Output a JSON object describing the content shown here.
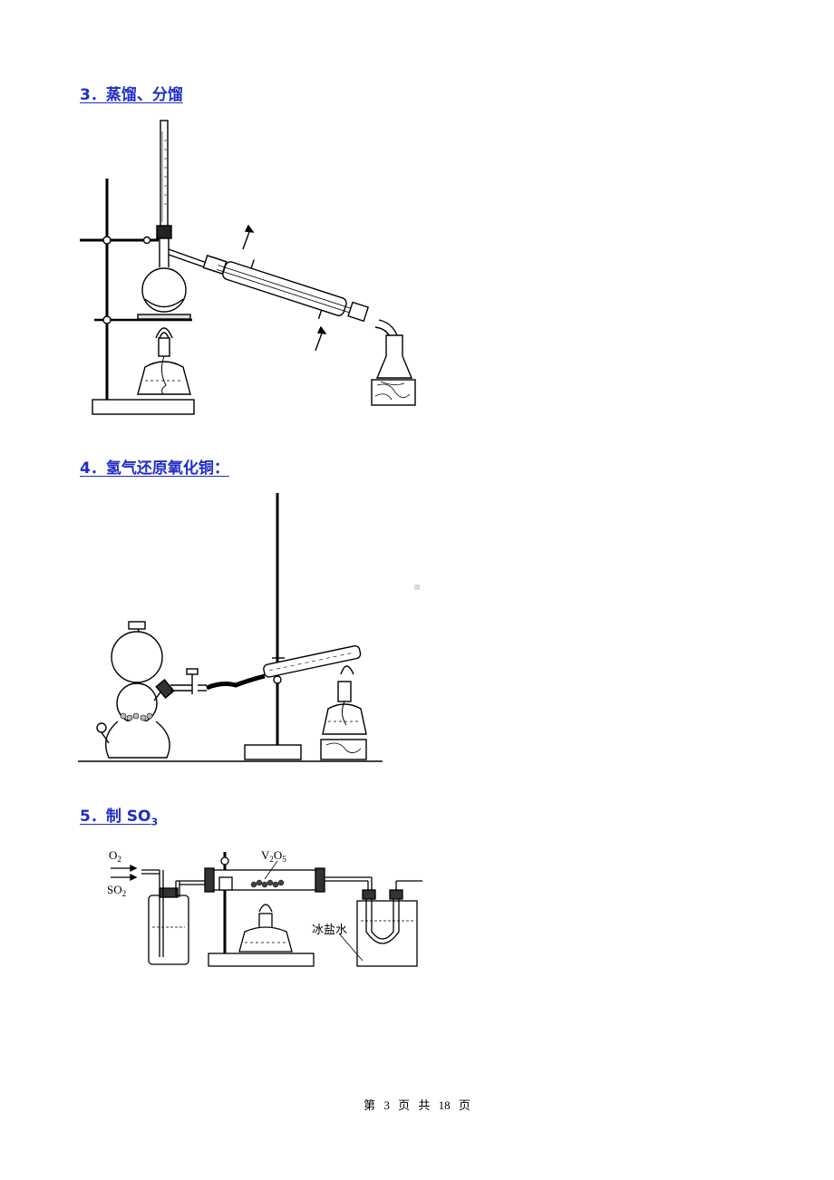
{
  "sections": [
    {
      "number": "3",
      "title": "3．蒸馏、分馏"
    },
    {
      "number": "4",
      "title": "4．氢气还原氧化铜："
    },
    {
      "number": "5",
      "title_prefix": "5．制 SO",
      "title_sub": "3"
    }
  ],
  "so3_figure": {
    "label_o2": "O",
    "label_o2_sub": "2",
    "label_so2": "SO",
    "label_so2_sub": "2",
    "label_catalyst_v": "V",
    "label_catalyst_v_sub": "2",
    "label_catalyst_o": "O",
    "label_catalyst_o_sub": "5",
    "label_ice_salt_water": "冰盐水"
  },
  "footer": {
    "text": "第 3 页 共 18 页"
  }
}
